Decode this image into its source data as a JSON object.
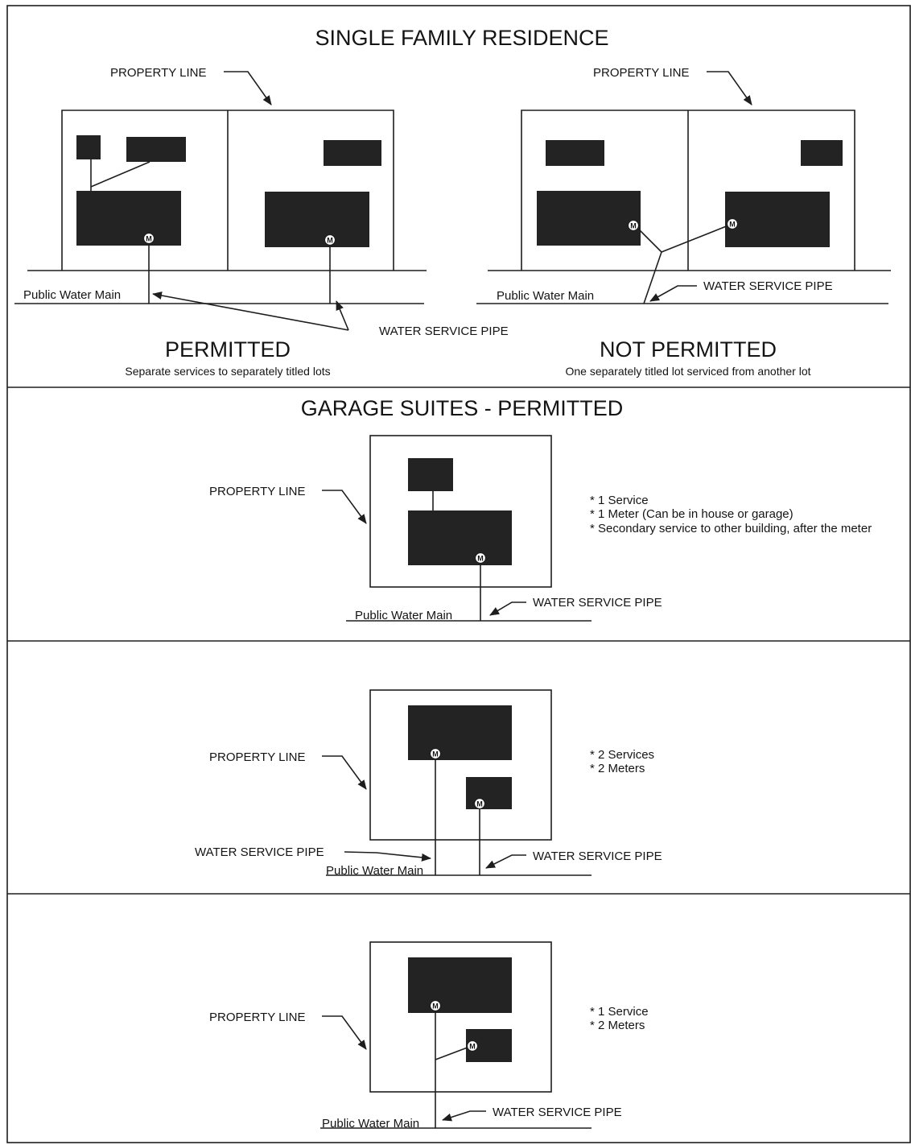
{
  "section_top": {
    "title": "SINGLE FAMILY RESIDENCE",
    "left": {
      "property_line": "PROPERTY LINE",
      "public_water_main": "Public Water Main",
      "water_service_pipe": "WATER SERVICE PIPE",
      "verdict": "PERMITTED",
      "caption": "Separate services to separately titled lots"
    },
    "right": {
      "property_line": "PROPERTY LINE",
      "public_water_main": "Public Water Main",
      "water_service_pipe": "WATER SERVICE PIPE",
      "verdict": "NOT PERMITTED",
      "caption": "One separately titled lot serviced from another lot"
    }
  },
  "garage_suites": {
    "title": "GARAGE SUITES - PERMITTED",
    "scenario_1": {
      "property_line": "PROPERTY LINE",
      "public_water_main": "Public Water Main",
      "water_service_pipe": "WATER SERVICE PIPE",
      "notes": [
        "* 1 Service",
        "* 1 Meter (Can be in house or garage)",
        "* Secondary service to other building, after the meter"
      ]
    },
    "scenario_2": {
      "property_line": "PROPERTY LINE",
      "public_water_main": "Public Water Main",
      "water_service_pipe_left": "WATER SERVICE PIPE",
      "water_service_pipe_right": "WATER SERVICE PIPE",
      "notes": [
        "* 2 Services",
        "* 2 Meters"
      ]
    },
    "scenario_3": {
      "property_line": "PROPERTY LINE",
      "public_water_main": "Public Water Main",
      "water_service_pipe": "WATER SERVICE PIPE",
      "notes": [
        "* 1 Service",
        "* 2 Meters"
      ]
    }
  },
  "meter_symbol": "M",
  "colors": {
    "ink": "#1e1e1e",
    "building_fill": "#232323",
    "background": "#ffffff"
  }
}
